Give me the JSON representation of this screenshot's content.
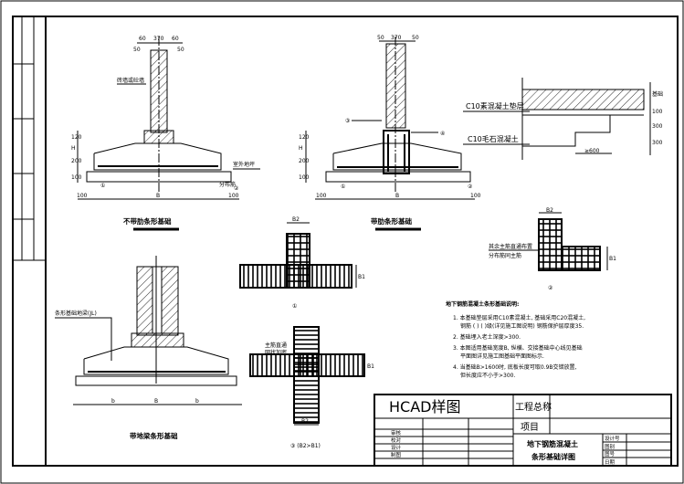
{
  "detail_1": {
    "title": "不带肋条形基础",
    "dims_top": [
      "60",
      "370",
      "60"
    ],
    "dims_top2": [
      "50",
      "50"
    ],
    "wall_label": "砖墙或砼墙",
    "dims_left": [
      "120",
      "H",
      "200",
      "100"
    ],
    "dims_bottom": [
      "100",
      "B",
      "100"
    ],
    "ground_label": "室外地坪",
    "rebar_labels": [
      "①",
      "②"
    ],
    "rebar_note": "分布筋"
  },
  "detail_2": {
    "title": "带肋条形基础",
    "dims_top": [
      "50",
      "370",
      "50"
    ],
    "dims_left": [
      "120",
      "H",
      "200",
      "100"
    ],
    "dims_bottom": [
      "100",
      "B",
      "100"
    ],
    "rebar_labels": [
      "③",
      "④",
      "①",
      "②"
    ]
  },
  "detail_3": {
    "title": "带地梁条形基础",
    "label": "条形基础地梁(JL)",
    "dims_bottom": [
      "b",
      "B",
      "b"
    ]
  },
  "section_right": {
    "label_1": "C10素混凝土垫层",
    "label_2": "C10毛石混凝土",
    "dims": [
      "基础",
      "100",
      "300",
      "300"
    ],
    "width_label": "≥600"
  },
  "detail_node_1": {
    "label": "①",
    "dims": [
      "B2",
      "B1"
    ]
  },
  "detail_node_2": {
    "label": "②",
    "note_1": "其余主筋直通布置",
    "note_2": "分布筋同主筋",
    "dims": [
      "B2",
      "B1"
    ]
  },
  "detail_node_3": {
    "label": "③ (B2>B1)",
    "note_1": "主筋直通",
    "note_2": "网状加密",
    "dims": [
      "B2",
      "B1"
    ]
  },
  "notes": {
    "title": "地下钢筋混凝土条形基础说明:",
    "items": [
      "1. 本基础垫层采用C10素混凝土, 基础采用C20混凝土,",
      "钢筋 ( ) ( )级(详见施工图说明) 钢筋保护层厚度35.",
      "2. 基础埋入老土深度>300.",
      "3. 本图适用基础宽度B, 纵横、交接基础中心线见基础",
      "平面图详见施工图基础平面图标示.",
      "4. 当基础B>1600时, 底板长度可取0.9B交错放置,",
      "但长度应不小于>300."
    ]
  },
  "title_block": {
    "drawing_name": "HCAD样图",
    "project_label": "工程总称",
    "item_label": "项目",
    "roles": [
      "审核",
      "校对",
      "设计",
      "制图"
    ],
    "drawing_title_1": "地下钢筋混凝土",
    "drawing_title_2": "条形基础详图",
    "meta": [
      "设计号",
      "图别",
      "图号",
      "日期"
    ]
  }
}
